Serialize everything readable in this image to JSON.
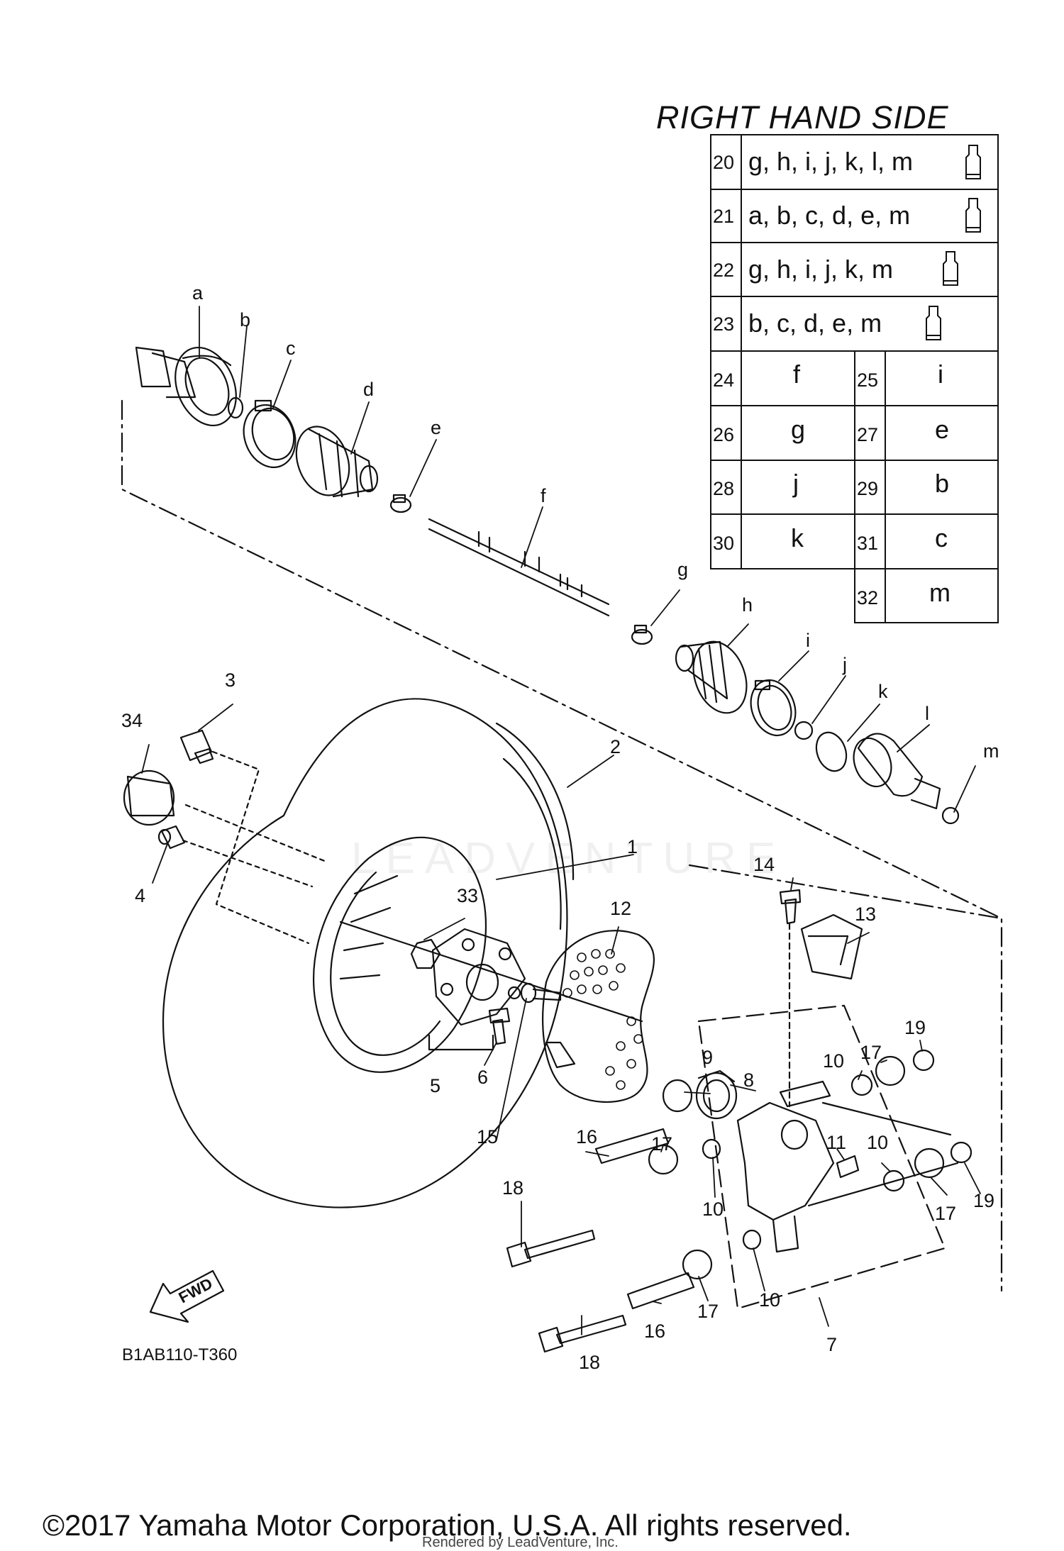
{
  "title": "RIGHT HAND SIDE",
  "diagram_code": "B1AB110-T360",
  "copyright": "©2017 Yamaha Motor Corporation, U.S.A. All rights reserved.",
  "rendered_by": "Rendered by LeadVenture, Inc.",
  "watermark": "LEADVENTURE",
  "fwd_label": "FWD",
  "kit_table": [
    {
      "num": "20",
      "parts": "g, h, i, j, k, l, m"
    },
    {
      "num": "21",
      "parts": "a, b, c, d, e, m"
    },
    {
      "num": "22",
      "parts": "g, h, i, j, k, m"
    },
    {
      "num": "23",
      "parts": "b, c, d, e, m"
    }
  ],
  "part_table": [
    {
      "num": "24",
      "part": "f"
    },
    {
      "num": "25",
      "part": "i"
    },
    {
      "num": "26",
      "part": "g"
    },
    {
      "num": "27",
      "part": "e"
    },
    {
      "num": "28",
      "part": "j"
    },
    {
      "num": "29",
      "part": "b"
    },
    {
      "num": "30",
      "part": "k"
    },
    {
      "num": "31",
      "part": "c"
    },
    {
      "num": "32",
      "part": "m"
    }
  ],
  "labels": {
    "a": "a",
    "b": "b",
    "c": "c",
    "d": "d",
    "e": "e",
    "f": "f",
    "g": "g",
    "h": "h",
    "i": "i",
    "j": "j",
    "k": "k",
    "l": "l",
    "m": "m",
    "n1": "1",
    "n2": "2",
    "n3": "3",
    "n4": "4",
    "n5": "5",
    "n6": "6",
    "n7": "7",
    "n8": "8",
    "n9": "9",
    "n10": "10",
    "n11": "11",
    "n12": "12",
    "n13": "13",
    "n14": "14",
    "n15": "15",
    "n16": "16",
    "n17": "17",
    "n18": "18",
    "n19": "19",
    "n33": "33",
    "n34": "34"
  },
  "colors": {
    "line": "#111111",
    "background": "#ffffff"
  }
}
